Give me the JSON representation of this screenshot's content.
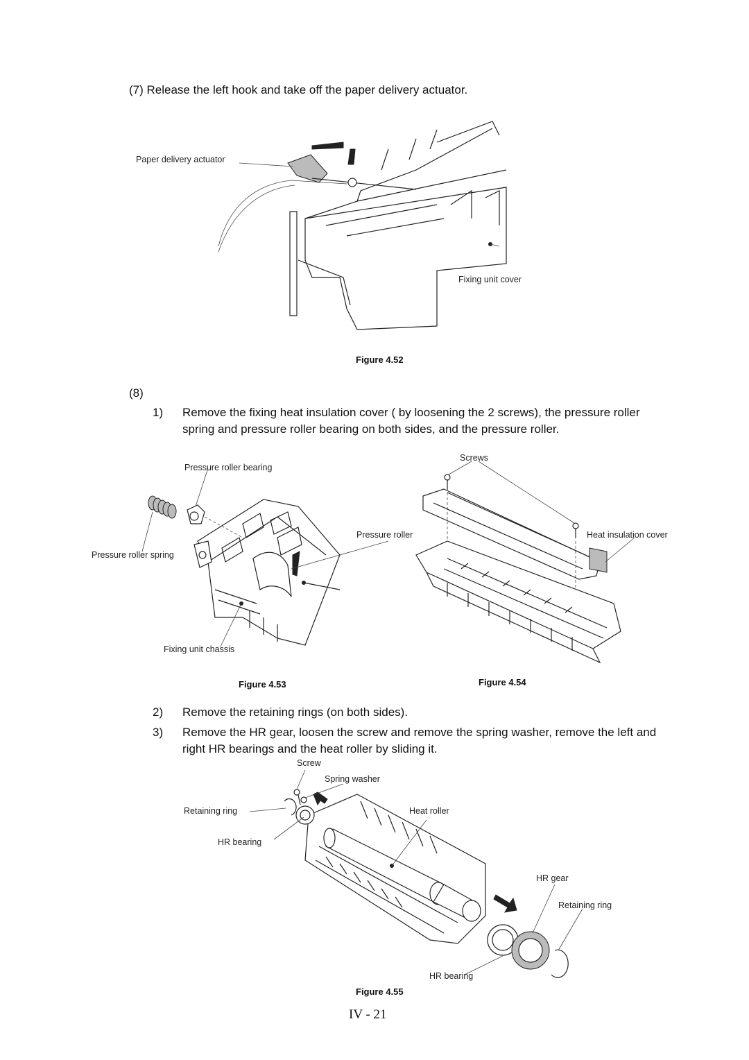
{
  "steps": {
    "s7": "(7) Release the left hook and take off the paper delivery actuator.",
    "s8_number": "(8)",
    "s8_1_number": "1)",
    "s8_1_line1": "Remove the fixing heat insulation cover ( by loosening the 2 screws), the pressure roller",
    "s8_1_line2": "spring and pressure roller bearing on both sides, and the pressure roller.",
    "s8_2_number": "2)",
    "s8_2_text": "Remove the retaining rings (on both sides).",
    "s8_3_number": "3)",
    "s8_3_line1": "Remove the HR gear, loosen the screw and remove the spring washer, remove the left and",
    "s8_3_line2": "right HR bearings and the heat roller by sliding it."
  },
  "figures": {
    "f52": {
      "caption": "Figure 4.52",
      "labels": {
        "actuator": "Paper delivery actuator",
        "cover": "Fixing unit cover"
      }
    },
    "f53": {
      "caption": "Figure 4.53",
      "labels": {
        "bearing": "Pressure roller bearing",
        "spring": "Pressure roller spring",
        "roller": "Pressure roller",
        "chassis": "Fixing unit chassis"
      }
    },
    "f54": {
      "caption": "Figure 4.54",
      "labels": {
        "screws": "Screws",
        "cover": "Heat insulation cover"
      }
    },
    "f55": {
      "caption": "Figure 4.55",
      "labels": {
        "screw": "Screw",
        "washer": "Spring washer",
        "ring_left": "Retaining ring",
        "heat_roller": "Heat roller",
        "bearing_left": "HR bearing",
        "gear": "HR gear",
        "ring_right": "Retaining ring",
        "bearing_right": "HR bearing"
      }
    }
  },
  "page_number": "IV - 21"
}
